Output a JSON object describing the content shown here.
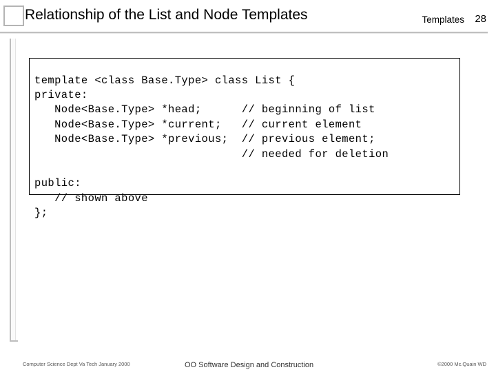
{
  "header": {
    "title": "Relationship of the List and Node Templates",
    "right_label": "Templates",
    "slide_number": "28"
  },
  "code": {
    "content": "template <class Base.Type> class List {\nprivate:\n   Node<Base.Type> *head;      // beginning of list\n   Node<Base.Type> *current;   // current element\n   Node<Base.Type> *previous;  // previous element;\n                               // needed for deletion\n\npublic:\n   // shown above\n};"
  },
  "footer": {
    "left": "Computer Science Dept Va Tech January 2000",
    "center": "OO Software Design and Construction",
    "right": "©2000  Mc.Quain WD"
  }
}
